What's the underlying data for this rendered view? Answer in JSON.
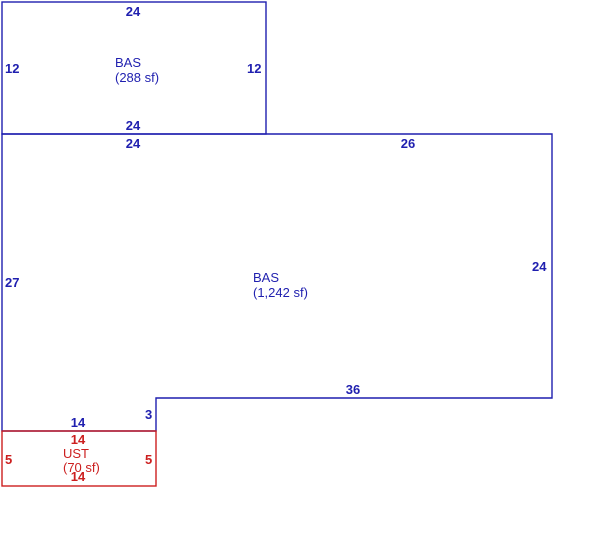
{
  "colors": {
    "bas": "#1f1faf",
    "ust": "#cc1f1f"
  },
  "areas": {
    "upper": {
      "code": "BAS",
      "size": "(288 sf)"
    },
    "main": {
      "code": "BAS",
      "size": "(1,242 sf)"
    },
    "ust": {
      "code": "UST",
      "size": "(70 sf)"
    }
  },
  "dims": {
    "upper_top": "24",
    "upper_left": "12",
    "upper_right": "12",
    "upper_bottom": "24",
    "main_top_left": "24",
    "main_top_right": "26",
    "main_left": "27",
    "main_right": "24",
    "main_bottom": "36",
    "main_notch": "3",
    "main_bottom_left": "14",
    "ust_top": "14",
    "ust_left": "5",
    "ust_right": "5",
    "ust_bottom": "14"
  }
}
